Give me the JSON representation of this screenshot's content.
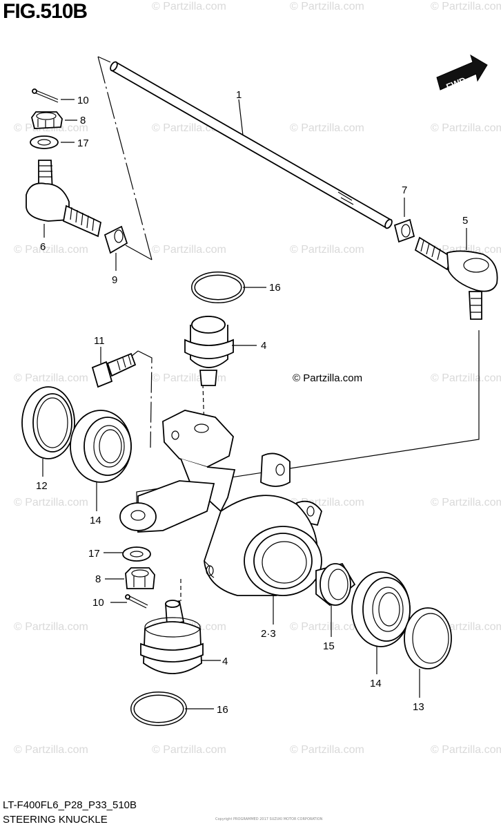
{
  "figure": {
    "title": "FIG.510B",
    "code": "LT-F400FL6_P28_P33_510B",
    "name": "STEERING KNUCKLE",
    "fwd_label": "FWD",
    "watermark": "© Partzilla.com",
    "small_print": "Copyright PROGRAMMED 2017 SUZUKI MOTOR CORPORATION"
  },
  "callouts": [
    {
      "id": "c1",
      "label": "1"
    },
    {
      "id": "c10a",
      "label": "10"
    },
    {
      "id": "c8a",
      "label": "8"
    },
    {
      "id": "c17a",
      "label": "17"
    },
    {
      "id": "c6",
      "label": "6"
    },
    {
      "id": "c9",
      "label": "9"
    },
    {
      "id": "c7",
      "label": "7"
    },
    {
      "id": "c5",
      "label": "5"
    },
    {
      "id": "c16a",
      "label": "16"
    },
    {
      "id": "c4a",
      "label": "4"
    },
    {
      "id": "c11",
      "label": "11"
    },
    {
      "id": "c12",
      "label": "12"
    },
    {
      "id": "c14a",
      "label": "14"
    },
    {
      "id": "c17b",
      "label": "17"
    },
    {
      "id": "c8b",
      "label": "8"
    },
    {
      "id": "c10b",
      "label": "10"
    },
    {
      "id": "c23",
      "label": "2·3"
    },
    {
      "id": "c15",
      "label": "15"
    },
    {
      "id": "c14b",
      "label": "14"
    },
    {
      "id": "c13",
      "label": "13"
    },
    {
      "id": "c4b",
      "label": "4"
    },
    {
      "id": "c16b",
      "label": "16"
    }
  ]
}
